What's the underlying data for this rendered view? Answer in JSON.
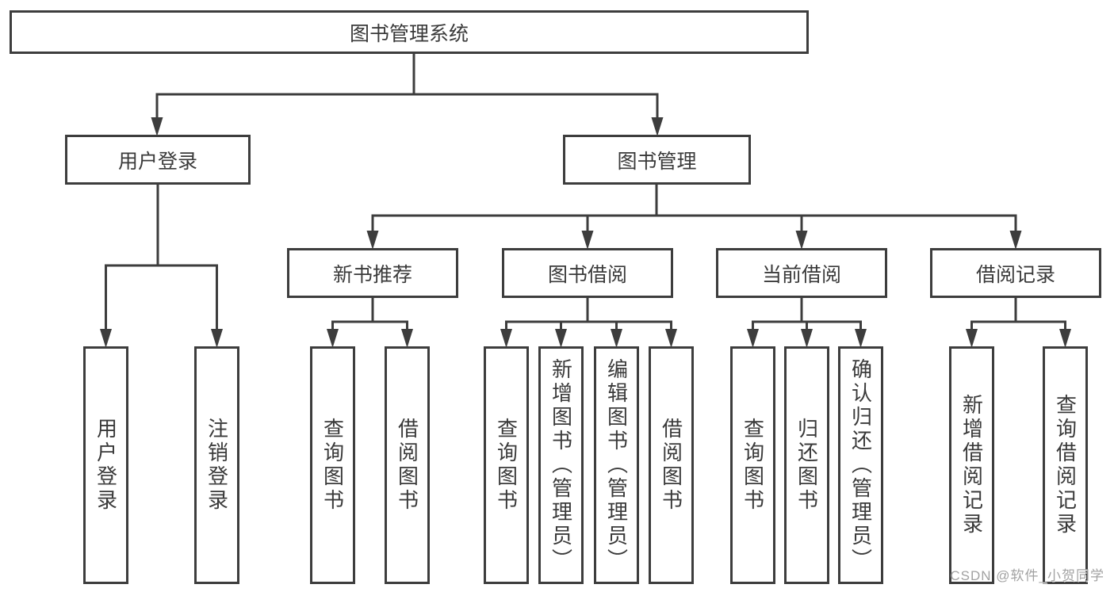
{
  "diagram": {
    "title": "图书管理系统",
    "branches": [
      {
        "label": "用户登录",
        "children": [
          {
            "label": "用户登录"
          },
          {
            "label": "注销登录"
          }
        ]
      },
      {
        "label": "图书管理",
        "children": [
          {
            "label": "新书推荐",
            "children": [
              {
                "label": "查询图书"
              },
              {
                "label": "借阅图书"
              }
            ]
          },
          {
            "label": "图书借阅",
            "children": [
              {
                "label": "查询图书"
              },
              {
                "label": "新增图书（管理员）"
              },
              {
                "label": "编辑图书（管理员）"
              },
              {
                "label": "借阅图书"
              }
            ]
          },
          {
            "label": "当前借阅",
            "children": [
              {
                "label": "查询图书"
              },
              {
                "label": "归还图书"
              },
              {
                "label": "确认归还（管理员）"
              }
            ]
          },
          {
            "label": "借阅记录",
            "children": [
              {
                "label": "新增借阅记录"
              },
              {
                "label": "查询借阅记录"
              }
            ]
          }
        ]
      }
    ]
  },
  "watermark": {
    "text": "CSDN @软件_小贺同学"
  },
  "colors": {
    "line": "#3d3d3d",
    "text": "#3a3a3a",
    "watermark": "#a2a2a2",
    "background": "#ffffff"
  }
}
